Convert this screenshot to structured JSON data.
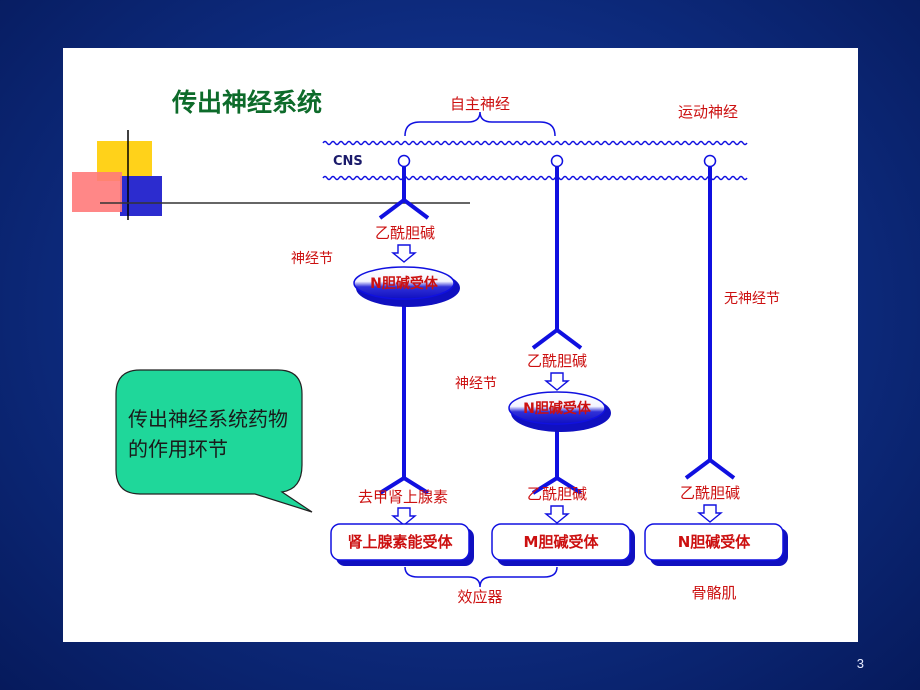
{
  "slide": {
    "title": "传出神经系统",
    "page_number": "3"
  },
  "labels": {
    "autonomic": "自主神经",
    "motor": "运动神经",
    "cns": "CNS",
    "ganglion_1": "神经节",
    "ganglion_2": "神经节",
    "no_ganglion": "无神经节",
    "effector": "效应器",
    "skeletal_muscle": "骨骼肌"
  },
  "transmitters": {
    "ach_1": "乙酰胆碱",
    "ach_2": "乙酰胆碱",
    "ach_3": "乙酰胆碱",
    "ach_4": "乙酰胆碱",
    "noradrenaline": "去甲肾上腺素"
  },
  "receptors": {
    "n_receptor_1": "N胆碱受体",
    "n_receptor_2": "N胆碱受体",
    "adrenergic": "肾上腺素能受体",
    "m_receptor": "M胆碱受体",
    "n_receptor_3": "N胆碱受体"
  },
  "callout": {
    "text": "传出神经系统药物的作用环节"
  },
  "colors": {
    "slide_bg": "#0f2f86",
    "nerve_blue": "#1010e0",
    "label_red": "#cc1010",
    "callout_fill": "#1fd79a",
    "title_green": "#0d6b2a"
  }
}
